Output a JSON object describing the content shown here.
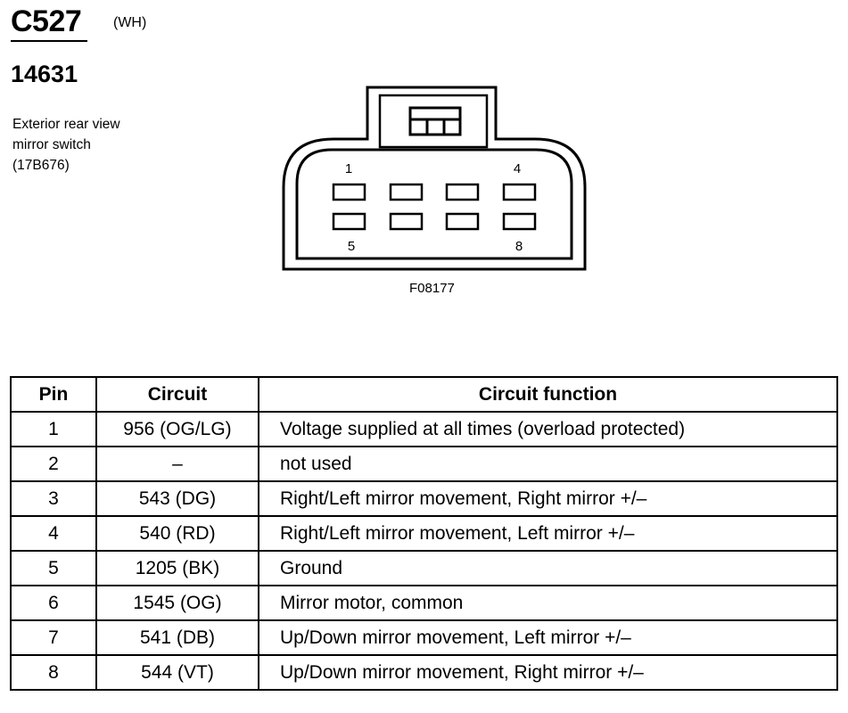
{
  "connector": {
    "id": "C527",
    "color_code": "(WH)",
    "part_number": "14631",
    "description_lines": [
      "Exterior rear view",
      "mirror switch",
      "(17B676)"
    ],
    "figure_code": "F08177",
    "cavity_labels": {
      "top_left": "1",
      "top_right": "4",
      "bottom_left": "5",
      "bottom_right": "8"
    }
  },
  "table": {
    "headers": {
      "pin": "Pin",
      "circuit": "Circuit",
      "function": "Circuit function"
    },
    "rows": [
      {
        "pin": "1",
        "circuit": "956 (OG/LG)",
        "function": "Voltage supplied at all times (overload protected)"
      },
      {
        "pin": "2",
        "circuit": "–",
        "function": "not used"
      },
      {
        "pin": "3",
        "circuit": "543 (DG)",
        "function": "Right/Left mirror movement, Right mirror +/–"
      },
      {
        "pin": "4",
        "circuit": "540 (RD)",
        "function": "Right/Left mirror movement, Left mirror +/–"
      },
      {
        "pin": "5",
        "circuit": "1205 (BK)",
        "function": "Ground"
      },
      {
        "pin": "6",
        "circuit": "1545 (OG)",
        "function": "Mirror motor, common"
      },
      {
        "pin": "7",
        "circuit": "541 (DB)",
        "function": "Up/Down mirror movement, Left mirror +/–"
      },
      {
        "pin": "8",
        "circuit": "544 (VT)",
        "function": "Up/Down mirror movement, Right mirror +/–"
      }
    ]
  }
}
